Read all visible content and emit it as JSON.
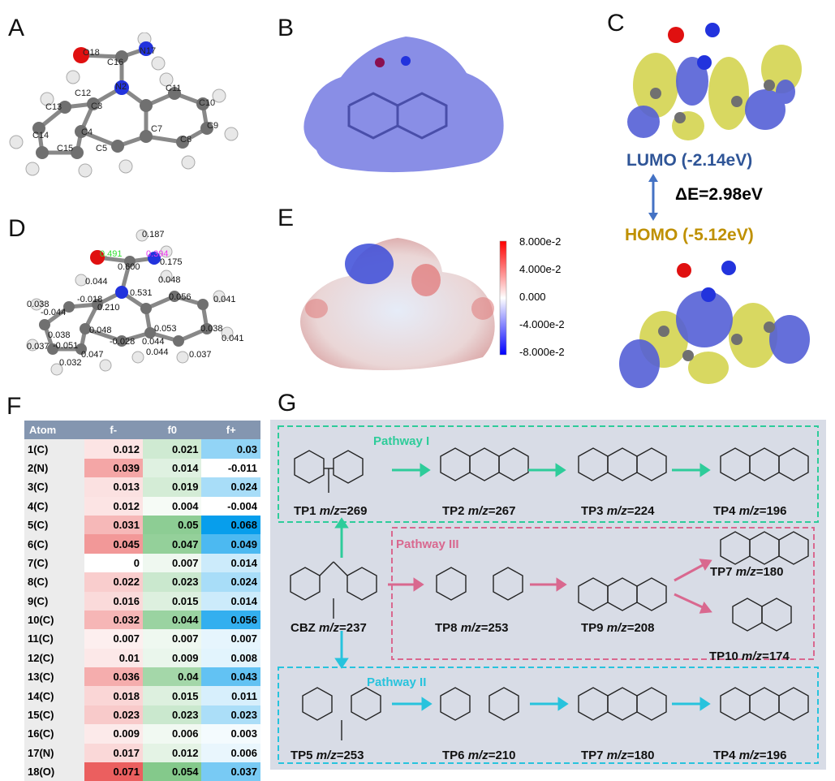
{
  "panel_labels": {
    "a": "A",
    "b": "B",
    "c": "C",
    "d": "D",
    "e": "E",
    "f": "F",
    "g": "G"
  },
  "structure_labels": [
    "O18",
    "C16",
    "N17",
    "N2",
    "C12",
    "C3",
    "C11",
    "C13",
    "C4",
    "C7",
    "C10",
    "C9",
    "C14",
    "C15",
    "C5",
    "C8"
  ],
  "charge_labels": [
    "0.491",
    "0.394",
    "0.187",
    "0.600",
    "0.175",
    "0.044",
    "0.531",
    "0.048",
    "-0.018",
    "0.056",
    "0.041",
    "0.210",
    "0.038",
    "-0.044",
    "0.048",
    "0.053",
    "0.038",
    "0.038",
    "-0.051",
    "-0.028",
    "0.044",
    "0.041",
    "0.037",
    "0.047",
    "0.044",
    "0.037",
    "0.032"
  ],
  "orbitals": {
    "lumo": "LUMO (-2.14eV)",
    "homo": "HOMO (-5.12eV)",
    "gap": "ΔE=2.98eV",
    "lumo_color": "#2f5597",
    "homo_color": "#bf9000"
  },
  "esp_scale": {
    "ticks": [
      "8.000e-2",
      "4.000e-2",
      "0.000",
      "-4.000e-2",
      "-8.000e-2"
    ]
  },
  "fukui_table": {
    "headers": [
      "Atom",
      "f-",
      "f0",
      "f+"
    ],
    "rows": [
      [
        "1(C)",
        "0.012",
        "0.021",
        "0.03"
      ],
      [
        "2(N)",
        "0.039",
        "0.014",
        "-0.011"
      ],
      [
        "3(C)",
        "0.013",
        "0.019",
        "0.024"
      ],
      [
        "4(C)",
        "0.012",
        "0.004",
        "-0.004"
      ],
      [
        "5(C)",
        "0.031",
        "0.05",
        "0.068"
      ],
      [
        "6(C)",
        "0.045",
        "0.047",
        "0.049"
      ],
      [
        "7(C)",
        "0",
        "0.007",
        "0.014"
      ],
      [
        "8(C)",
        "0.022",
        "0.023",
        "0.024"
      ],
      [
        "9(C)",
        "0.016",
        "0.015",
        "0.014"
      ],
      [
        "10(C)",
        "0.032",
        "0.044",
        "0.056"
      ],
      [
        "11(C)",
        "0.007",
        "0.007",
        "0.007"
      ],
      [
        "12(C)",
        "0.01",
        "0.009",
        "0.008"
      ],
      [
        "13(C)",
        "0.036",
        "0.04",
        "0.043"
      ],
      [
        "14(C)",
        "0.018",
        "0.015",
        "0.011"
      ],
      [
        "15(C)",
        "0.023",
        "0.023",
        "0.023"
      ],
      [
        "16(C)",
        "0.009",
        "0.006",
        "0.003"
      ],
      [
        "17(N)",
        "0.017",
        "0.012",
        "0.006"
      ],
      [
        "18(O)",
        "0.071",
        "0.054",
        "0.037"
      ]
    ]
  },
  "pathways": {
    "p1": "Pathway I",
    "p2": "Pathway II",
    "p3": "Pathway III",
    "p1_color": "#2ecc9a",
    "p2_color": "#27c3dd",
    "p3_color": "#d9688f",
    "compounds": [
      {
        "name": "TP1",
        "mz": "269"
      },
      {
        "name": "TP2",
        "mz": "267"
      },
      {
        "name": "TP3",
        "mz": "224"
      },
      {
        "name": "TP4",
        "mz": "196"
      },
      {
        "name": "CBZ",
        "mz": "237"
      },
      {
        "name": "TP8",
        "mz": "253"
      },
      {
        "name": "TP9",
        "mz": "208"
      },
      {
        "name": "TP7",
        "mz": "180"
      },
      {
        "name": "TP10",
        "mz": "174"
      },
      {
        "name": "TP5",
        "mz": "253"
      },
      {
        "name": "TP6",
        "mz": "210"
      },
      {
        "name": "TP7",
        "mz": "180"
      },
      {
        "name": "TP4",
        "mz": "196"
      }
    ],
    "mz_label": "m/z"
  }
}
